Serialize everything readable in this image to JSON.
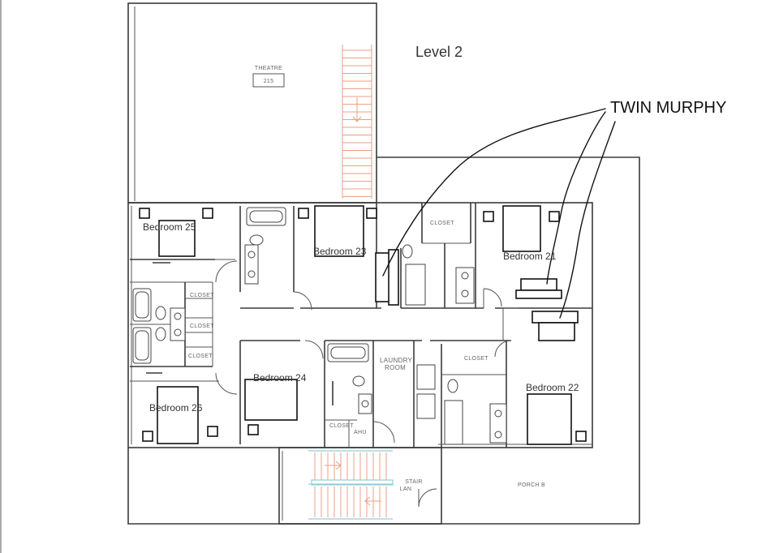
{
  "plan": {
    "title": "Level 2",
    "annotation": "TWIN MURPHY",
    "rooms": {
      "theatre_name": "THEATRE",
      "theatre_number": "215",
      "bedroom_25": "Bedroom 25",
      "bedroom_23": "Bedroom 23",
      "bedroom_21": "Bedroom 21",
      "bedroom_24": "Bedroom 24",
      "bedroom_26": "Bedroom 26",
      "bedroom_22": "Bedroom 22",
      "laundry_line1": "LAUNDRY",
      "laundry_line2": "ROOM",
      "closet": "CLOSET",
      "ahu": "AHU",
      "stair_line1": "STAIR",
      "stair_line2": "LAN",
      "porch": "PORCH B"
    }
  }
}
